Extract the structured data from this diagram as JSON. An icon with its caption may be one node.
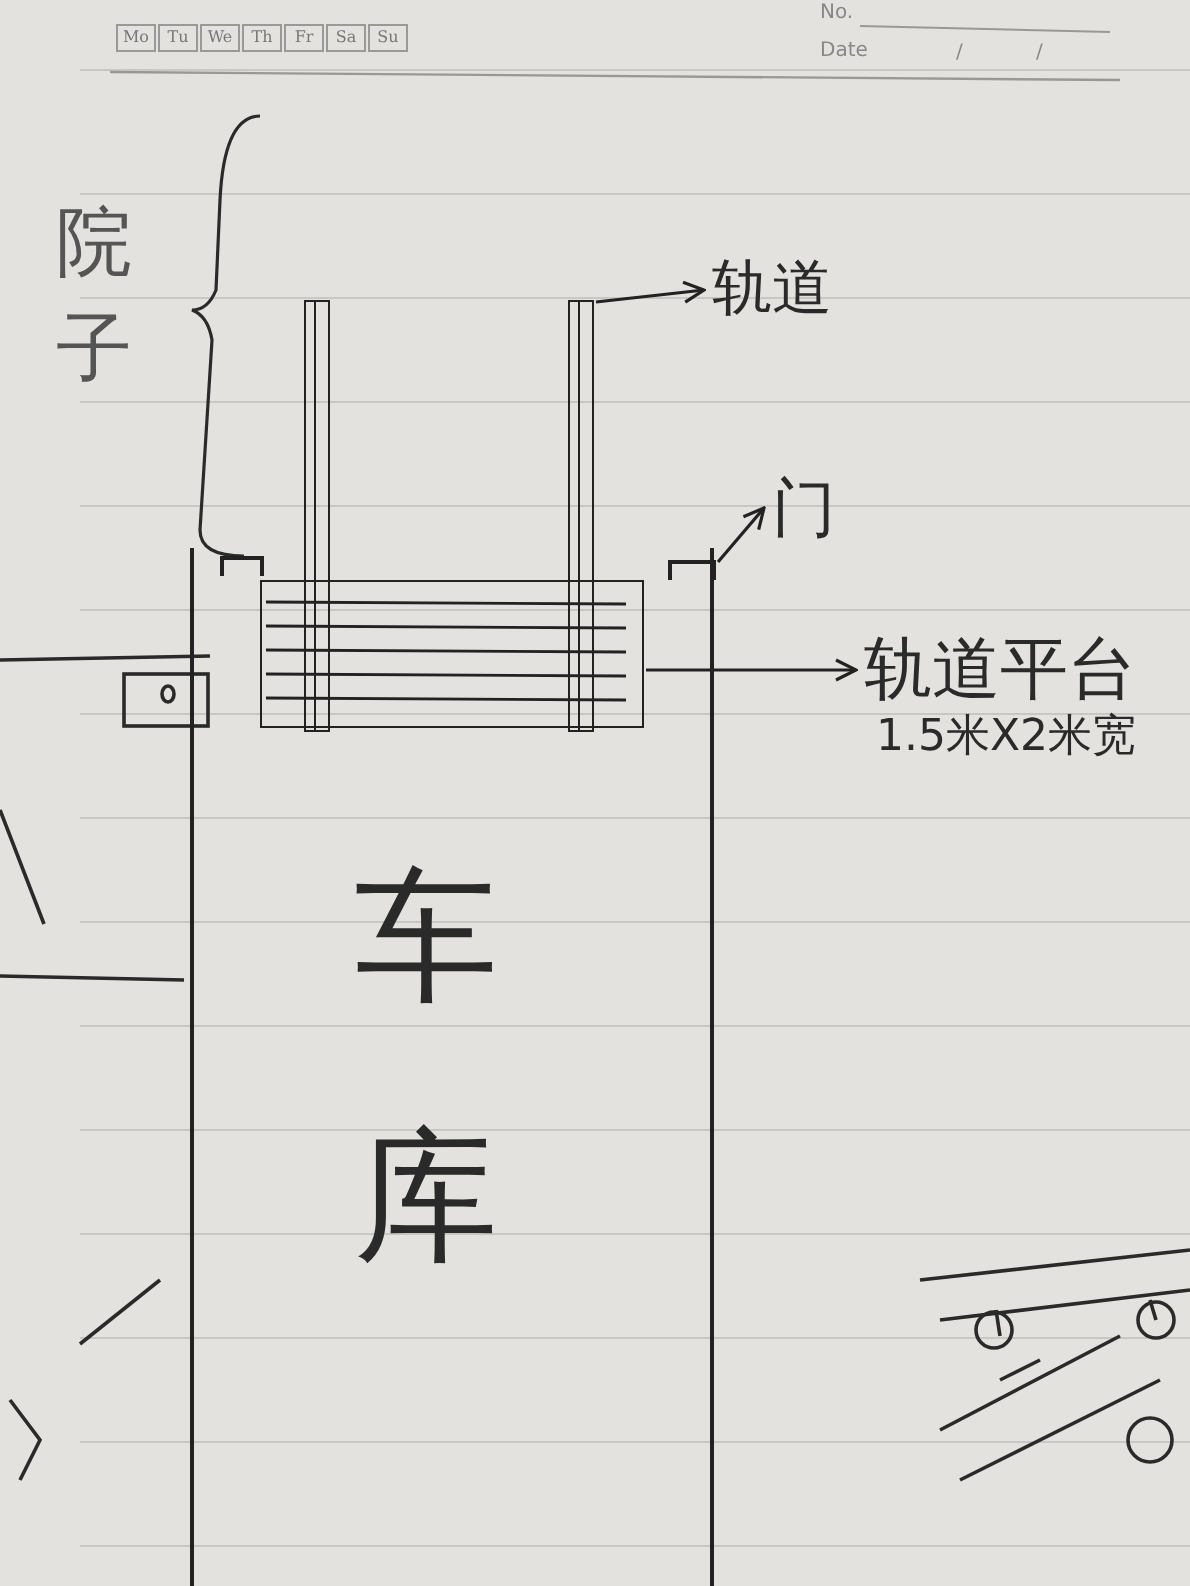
{
  "diagram": {
    "nodes": [
      {
        "text": [
          "车库"
        ]
      },
      {
        "text": [],
        "shape": "box",
        "in": 0
      },
      {
        "text": [],
        "shape": "bar"
      },
      {
        "text": [],
        "shape": "bar"
      },
      {
        "text": [],
        "shape": "box",
        "in": 0
      },
      {
        "text": [],
        "shape": "box",
        "in": 0
      },
      {
        "text": [
          "轨道"
        ]
      },
      {
        "text": [
          "门"
        ]
      },
      {
        "text": [
          "轨道平台",
          "1.5米X2米宽"
        ]
      }
    ],
    "edges": [
      {
        "from": 3,
        "to": 6,
        "arrow": "to"
      },
      {
        "from": 5,
        "to": 7,
        "arrow": "to"
      },
      {
        "from": 1,
        "to": 8,
        "arrow": "to"
      }
    ],
    "labels": [
      "Mo",
      "Tu",
      "We",
      "Th",
      "Fr",
      "Sa",
      "Su",
      "No.",
      "Date",
      "/",
      "/",
      "院子"
    ]
  }
}
